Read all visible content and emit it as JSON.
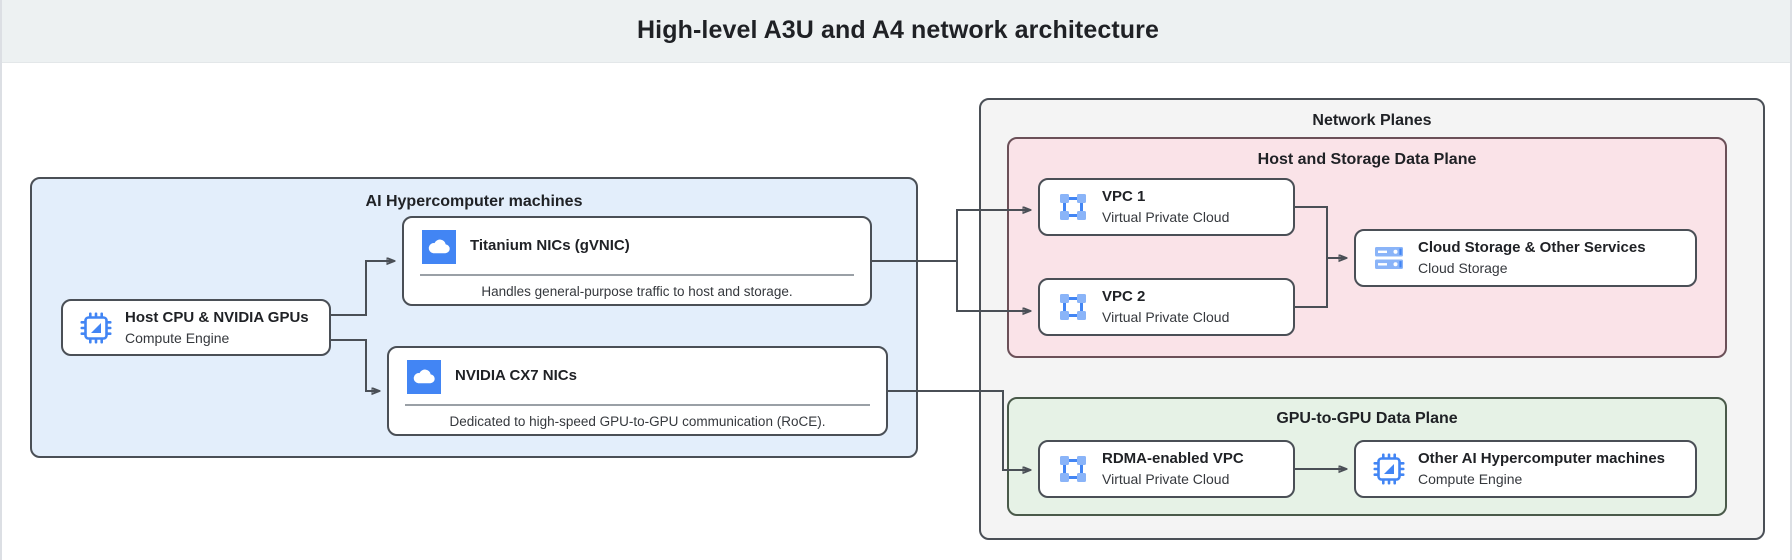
{
  "header": {
    "title": "High-level A3U and A4 network architecture"
  },
  "colors": {
    "header_bg": "#edf1f2",
    "machines_panel": "#e3eefb",
    "network_planes_panel": "#f4f4f4",
    "host_storage_plane": "#fae3e8",
    "gpu_plane": "#e6f2e6",
    "border": "#4a4f56",
    "icon_blue": "#4285f4",
    "icon_blue_light": "#8ab4f8"
  },
  "machines": {
    "title": "AI Hypercomputer machines",
    "host_card": {
      "icon": "cpu-chip-icon",
      "title": "Host CPU & NVIDIA GPUs",
      "subtitle": "Compute Engine"
    },
    "nics": [
      {
        "icon": "cloud-icon",
        "title": "Titanium NICs (gVNIC)",
        "caption": "Handles general-purpose traffic to host and storage."
      },
      {
        "icon": "cloud-icon",
        "title": "NVIDIA CX7 NICs",
        "caption": "Dedicated to high-speed GPU-to-GPU communication (RoCE)."
      }
    ]
  },
  "network_planes": {
    "title": "Network Planes",
    "host_storage_plane": {
      "title": "Host and Storage Data Plane",
      "vpcs": [
        {
          "icon": "vpc-icon",
          "title": "VPC 1",
          "subtitle": "Virtual Private Cloud"
        },
        {
          "icon": "vpc-icon",
          "title": "VPC 2",
          "subtitle": "Virtual Private Cloud"
        }
      ],
      "storage": {
        "icon": "cloud-storage-icon",
        "title": "Cloud Storage & Other Services",
        "subtitle": "Cloud Storage"
      }
    },
    "gpu_plane": {
      "title": "GPU-to-GPU Data Plane",
      "vpc": {
        "icon": "vpc-icon",
        "title": "RDMA-enabled VPC",
        "subtitle": "Virtual Private Cloud"
      },
      "machines": {
        "icon": "cpu-chip-icon",
        "title": "Other AI Hypercomputer machines",
        "subtitle": "Compute Engine"
      }
    }
  }
}
